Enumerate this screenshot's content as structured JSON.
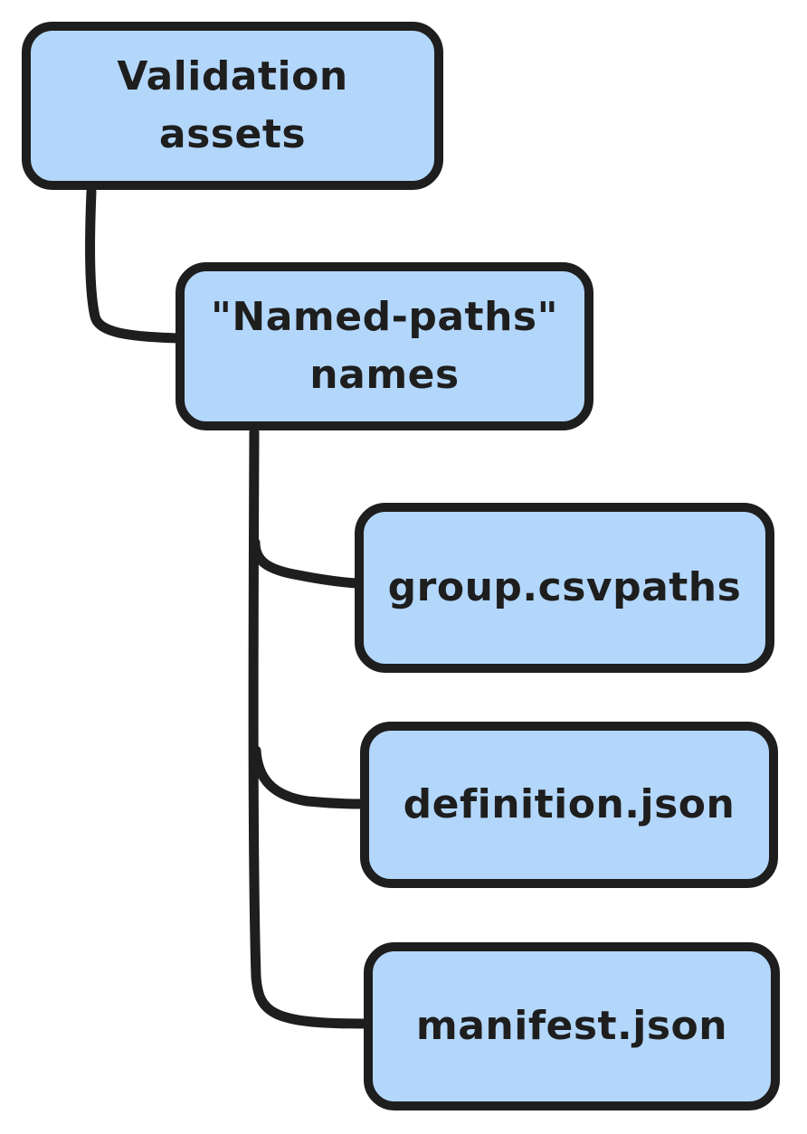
{
  "diagram": {
    "root": {
      "line1": "Validation",
      "line2": "assets"
    },
    "named_paths": {
      "line1": "\"Named-paths\"",
      "line2": "names"
    },
    "children": [
      {
        "label": "group.csvpaths"
      },
      {
        "label": "definition.json"
      },
      {
        "label": "manifest.json"
      }
    ]
  },
  "colors": {
    "node_fill": "#b3d7fb",
    "stroke": "#1e1e1e",
    "background": "#ffffff"
  }
}
